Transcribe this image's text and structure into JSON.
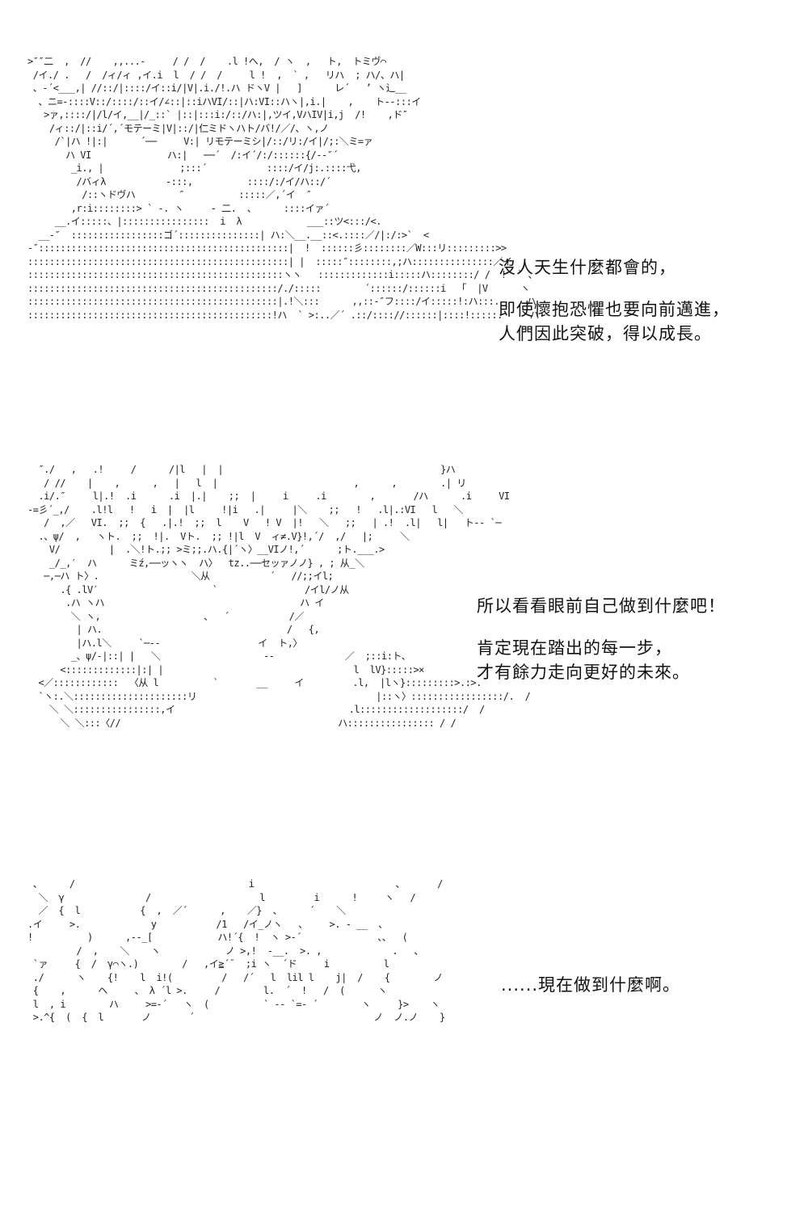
{
  "panels": [
    {
      "art": ">″″二  ,  //    ,,...-     / /  /    .l !へ,  / ヽ  ,   ト,  トミヴ⌒\n /イ./ .   /  /ィ/ィ ,イ.i  l  / /  /     l !  ,  ` ,   リハ  ; ハ/、ハ|\n 、-´<___,| //::/|::::/イ::i/|V|.i./!.ハ ドヽV |   ]      レ´   ’ ヽ辶__\n  、ニ=-::::V::/::::/::イ/∠::|::iハVI/::|ハ:VI::ハヽ|,i.|    ,    ト--:::イ\n   >ァ,::::/|/l/イ,__|/_::` |::|:::i:/::/ハ:|,ツイ,VハIV|i,j  /!    ,ド″\n    /ィ::/|::i/´,´モテーミ|V|::/|仁ミドヽハト/バ!/／/、ヽ,ノ\n     /`|ハ !|:|      ´──     V:| リモテーミシ|/::/リ:/イ|/;:＼ミ=ァ\n       ハ VI              ハ:|   ──´  /:イ´/:/::::::{/--″´\n        _i., |              ;:::´           ::::/イ/j:.::::弋,\n         /バィλ           -:::,          ::::/:/イ/ハ::/´\n          /::ヽドヴハ        ″          :::::／,´イ  ″\n        ,r:i::::::::> ` -. ヽ     - 二.  、     ::::イァ´\n     __.イ:::::、|::::::::::::::::  i  λ            ___::ツ<:::/<.\n  __-″  :::::::::::::::::ゴ´:::::::::::::::| ハ:＼__.__::<.::::／/|:/:>`  <\n-″::::::::::::::::::::::::::::::::::::::::::::::|  !  ::::::彡::::::::／W:::リ:::::::::>>\n::::::::::::::::::::::::::::::::::::::::::::::::| |  :::::″::::::::,;ハ:::::::::::::::／イ\n:::::::::::::::::::::::::::::::::::::::::::::::ヽヽ   :::::::::::::i:::::ハ::::::::/ /  !  ` 、\n::::::::::::::::::::::::::::::::::::::::::::::/./:::::        ´::::::/::::::i  「  |V      ヽ\n::::::::::::::::::::::::::::::::::::::::::::::|.!＼:::      ,,::-″フ::::/イ:::::!:ハ:::.     ハ\n:::::::::::::::::::::::::::::::::::::::::::::!ハ  ` >:..／´ .::/:::://::::::|::::!:::::.     ハ",
      "caption": [
        "沒人天生什麼都會的，",
        "",
        "即使懷抱恐懼也要向前邁進，",
        "人們因此突破，得以成長。"
      ]
    },
    {
      "art": "  ″./   ,   .!     /      /|l   |  |                                        }ハ\n   / //    |    ,      ,   |   l  |                         ,      ,        .| リ\n  .i/.″     l|.!  .i      .i  |.|    ;;  |     i     .i        ,       /ハ      .i     VI\n-=彡´_,/    .l!l   !   i  |  |l     !|i   .|     |＼    ;;   !   .l|.:VI   l   ＼\n   /  ,／   VI.  ;;  {   .|.!  ;;  l    V   ! V  |!   ＼   ;;   | .!  .l|   l|   ト-- `─\n  .、ψ/  ,   ヽト.  ;;  !|.  Vト.  ;; !|l  V  ィ≠.V}!,´/  ,/   |;     ＼\n    V/         |  .＼!ト.;; >ミ;;.ハ.{|´ヽ〉__VIノ!,´      ;ト.___.>\n    _/_,′  ハ      ミź,──ッヽヽ  ハ〉  tz..──セッァノノ} , ; 从_＼\n   ─,─ハ ト〉.                 ＼从           ´   //;;イl;\n      .{ .lV′                     `                /イl/ノ从\n       .ハ ヽハ                                    ハ イ\n        ＼ ヽ,                   、  ´           /／\n         | ハ.                                  /   {,\n         |ハ.l＼     `─--                  イ  ト,〉\n        _、ψ/-|::| |   ＼                   --             ／  ;::i:ト、\n      <:::::::::::::|:| |                                   l  lV}:::::>×\n  <／::::::::::::  〈从 l          `       __     イ         .l,  |lヽ}:::::::::>.:>.\n  `ヽ:.＼:::::::::::::::::::::リ                                 |::ヽ〉:::::::::::::::::/.  /\n    ＼ ＼::::::::::::::::,イ                                .l:::::::::::::::::::/  /\n      ＼ ＼:::〈//                                        ハ:::::::::::::::: / /",
      "caption": [
        "所以看看眼前自己做到什麼吧！",
        "",
        "肯定現在踏出的每一步，",
        "才有餘力走向更好的未來。"
      ]
    },
    {
      "art": " 、     /                                i                          、      /\n  ＼  γ               /                    l         i      !     ヽ   /\n  ／  {  l           {  ,  ／´      ,    ／}  、     ´    ＼\n.イ     >.             y           /1   /イ_ノヽ   、    >. - __  、\n!          )      ,--_[            ハ!´{  !  ヽ >-´              、、  (\n         /  ,    ＼    ヽ            ノ >,!  -__.  >. ,             .   、\n `ァ     {  /  γ⌒ヽ.)        /   ,イ≧´¯  ;i ヽ  ´ド     i          l\n ./      ヽ    {!    l  i!(         /   /´   l  lil l    j|  /    {        ノ\n {    ,      へ     、 λ ´l >.     /        l.  ´  !   /  (      ヽ\n l  , i        ハ     >=-´   ヽ  (          ` -- `=- ´        ヽ     }>    ヽ\n >.^{  (  {  l       ノ       ´                                 ノ  ノ.ノ    }",
      "caption": [
        "......現在做到什麼啊。"
      ]
    }
  ]
}
